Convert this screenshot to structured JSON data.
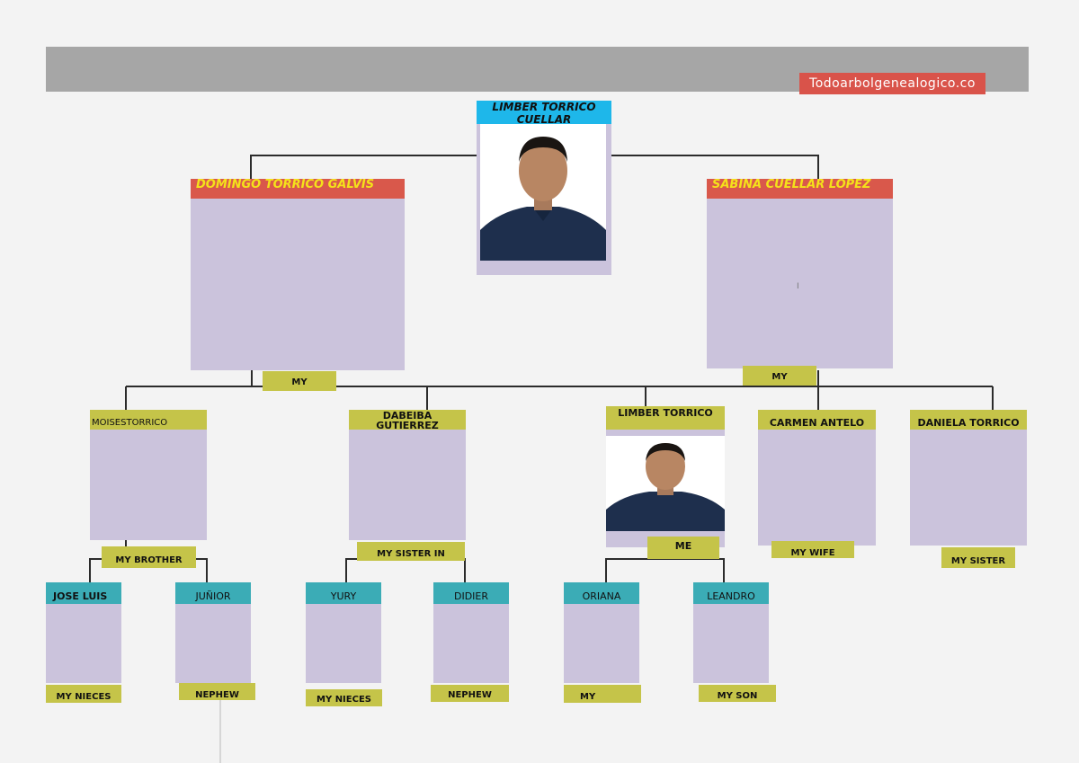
{
  "brand": "Todoarbolgenealogico.co",
  "people": {
    "root": {
      "name_line1": "LIMBER TORRICO",
      "name_line2": "CUELLAR"
    },
    "father": {
      "name": "DOMINGO TORRICO GALVIS",
      "tag": "MY"
    },
    "mother": {
      "name": "SABINA CUELLAR LOPEZ",
      "tag": "MY"
    },
    "brother": {
      "name": "MOISESTORRICO",
      "tag": "MY BROTHER"
    },
    "sister_in_law": {
      "name_line1": "DABEIBA",
      "name_line2": "GUTIERREZ",
      "tag": "MY SISTER IN"
    },
    "me": {
      "name": "LIMBER TORRICO",
      "tag": "ME"
    },
    "wife": {
      "name": "CARMEN ANTELO",
      "tag": "MY WIFE"
    },
    "sister": {
      "name": "DANIELA TORRICO",
      "tag": "MY SISTER"
    },
    "jose_luis": {
      "name": "JOSE LUIS",
      "tag": "MY NIECES"
    },
    "junior": {
      "name": "JUÑIOR",
      "tag": "NEPHEW"
    },
    "yury": {
      "name": "YURY",
      "tag": "MY NIECES"
    },
    "didier": {
      "name": "DIDIER",
      "tag": "NEPHEW"
    },
    "oriana": {
      "name": "ORIANA",
      "tag": "MY"
    },
    "leandro": {
      "name": "LEANDRO",
      "tag": "MY SON"
    }
  },
  "stray_mark": "I",
  "colors": {
    "card": "#cbc3dc",
    "red": "#d9584b",
    "yellow_text": "#f4e21a",
    "cyan": "#1eb7ea",
    "olive": "#c5c449",
    "teal": "#3bacb6",
    "header": "#a6a6a6"
  },
  "icons": [
    "person-photo"
  ]
}
